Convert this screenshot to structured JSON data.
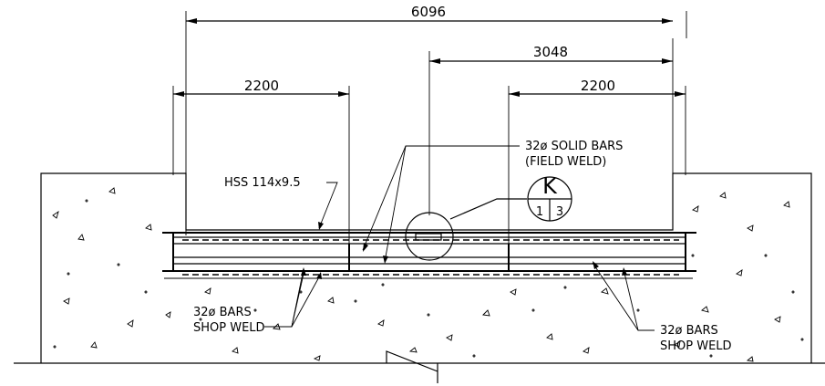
{
  "dimensions": {
    "overall": "6096",
    "center_to_right": "3048",
    "left_span": "2200",
    "right_span": "2200"
  },
  "labels": {
    "hss": "HSS 114x9.5",
    "solid_bars_line1": "32ø SOLID BARS",
    "solid_bars_line2": "(FIELD WELD)",
    "left_bars_line1": "32ø BARS",
    "left_bars_line2": "SHOP WELD",
    "right_bars_line1": "32ø BARS",
    "right_bars_line2": "SHOP WELD"
  },
  "detail_callout": {
    "letter": "K",
    "detail_number": "1",
    "sheet_number": "3"
  }
}
